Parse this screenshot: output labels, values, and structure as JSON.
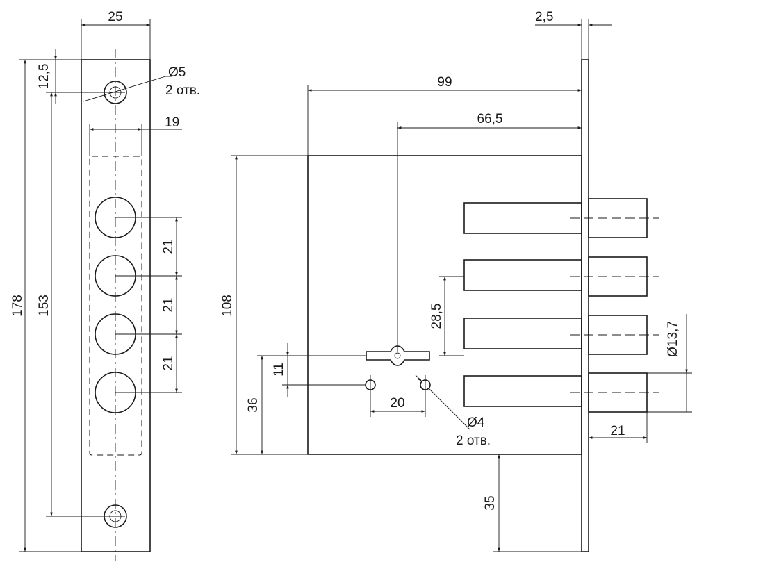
{
  "front_view": {
    "width": "25",
    "total_height": "178",
    "hole_spacing": "153",
    "top_offset": "12,5",
    "hole_dia": "Ø5",
    "hole_count": "2 отв.",
    "bolt_zone_width": "19",
    "bolt_pitch": [
      "21",
      "21",
      "21"
    ]
  },
  "side_view": {
    "faceplate_thickness": "2,5",
    "case_depth": "99",
    "backset": "66,5",
    "case_height": "108",
    "bolt_spacing": "28,5",
    "keyhole_offset": "11",
    "keyhole_height": "36",
    "screw_spacing": "20",
    "screw_dia": "Ø4",
    "screw_count": "2 отв.",
    "bolt_dia": "Ø13,7",
    "bolt_throw": "21",
    "plate_extension": "35"
  }
}
